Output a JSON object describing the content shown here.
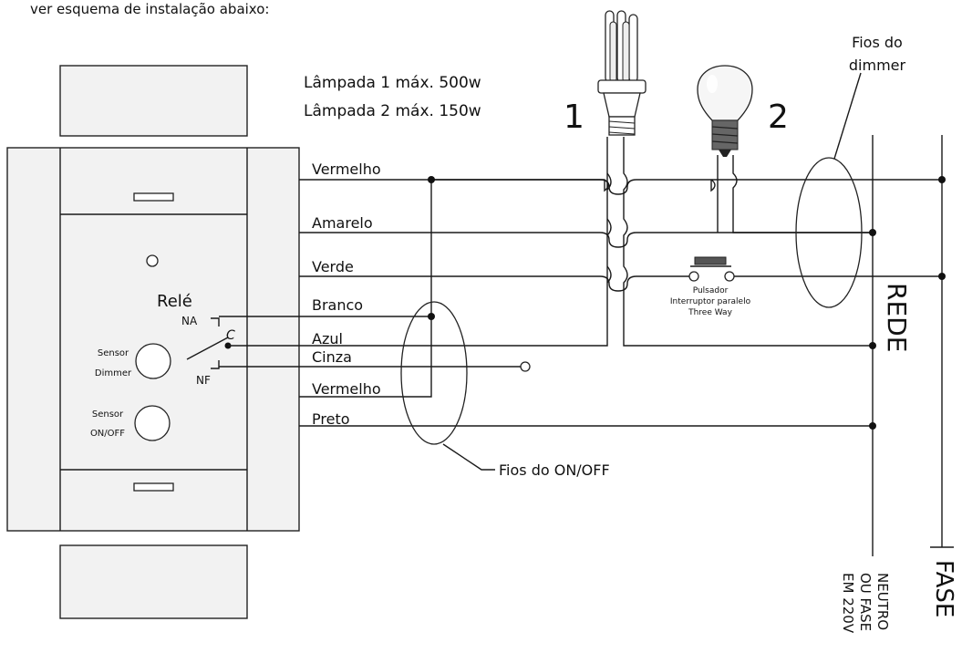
{
  "header": {
    "caption": "ver esquema de instalação abaixo:"
  },
  "lamps": {
    "limit1": "Lâmpada 1 máx. 500w",
    "limit2": "Lâmpada 2 máx. 150w",
    "number1": "1",
    "number2": "2"
  },
  "device": {
    "rele": "Relé",
    "na": "NA",
    "c": "C",
    "nf": "NF",
    "sensor_dimmer": [
      "Sensor",
      "Dimmer"
    ],
    "sensor_onoff": [
      "Sensor",
      "ON/OFF"
    ]
  },
  "wires": {
    "vermelho_top": "Vermelho",
    "amarelo": "Amarelo",
    "verde": "Verde",
    "branco": "Branco",
    "azul": "Azul",
    "cinza": "Cinza",
    "vermelho_bottom": "Vermelho",
    "preto": "Preto"
  },
  "labels": {
    "fios_dimmer": [
      "Fios do",
      "dimmer"
    ],
    "fios_onoff": "Fios do ON/OFF",
    "pulsador": [
      "Pulsador",
      "Interruptor paralelo",
      "Three Way"
    ],
    "rede": "REDE",
    "neutro": [
      "NEUTRO",
      "OU FASE",
      "EM 220V"
    ],
    "fase": "FASE"
  }
}
